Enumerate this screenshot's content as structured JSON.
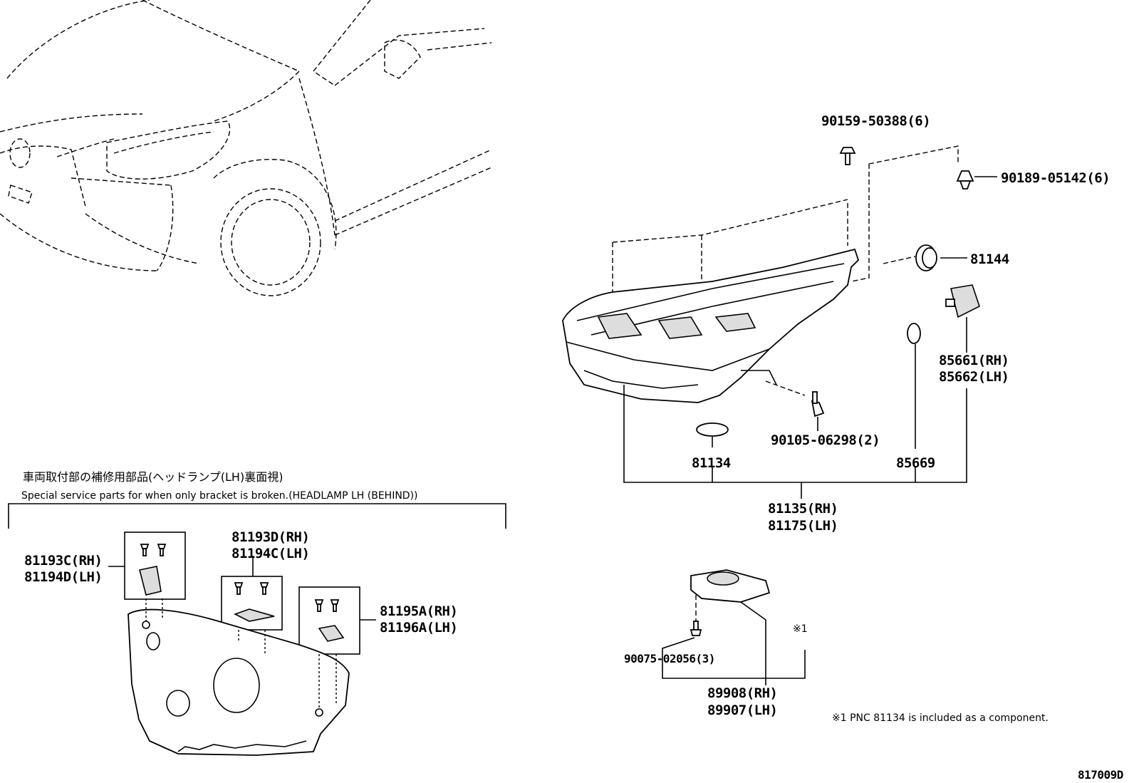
{
  "diagram": {
    "figure_id": "817009D",
    "footnote": "※1  PNC 81134 is included as a component.",
    "footnote_marker": "※1",
    "inset": {
      "title_jp": "車両取付部の補修用部品(ヘッドランプ(LH)裏面視)",
      "title_en": "Special service parts for when only bracket is broken.(HEADLAMP LH (BEHIND))"
    },
    "parts": {
      "p90159": "90159-50388(6)",
      "p90189": "90189-05142(6)",
      "p81144": "81144",
      "p85661": "85661(RH)",
      "p85662": "85662(LH)",
      "p90105": "90105-06298(2)",
      "p81134": "81134",
      "p85669": "85669",
      "p81135": "81135(RH)",
      "p81175": "81175(LH)",
      "p90075": "90075-02056(3)",
      "p89908": "89908(RH)",
      "p89907": "89907(LH)",
      "p81193c": "81193C(RH)",
      "p81194d": "81194D(LH)",
      "p81193d": "81193D(RH)",
      "p81194c": "81194C(LH)",
      "p81195a": "81195A(RH)",
      "p81196a": "81196A(LH)"
    }
  }
}
